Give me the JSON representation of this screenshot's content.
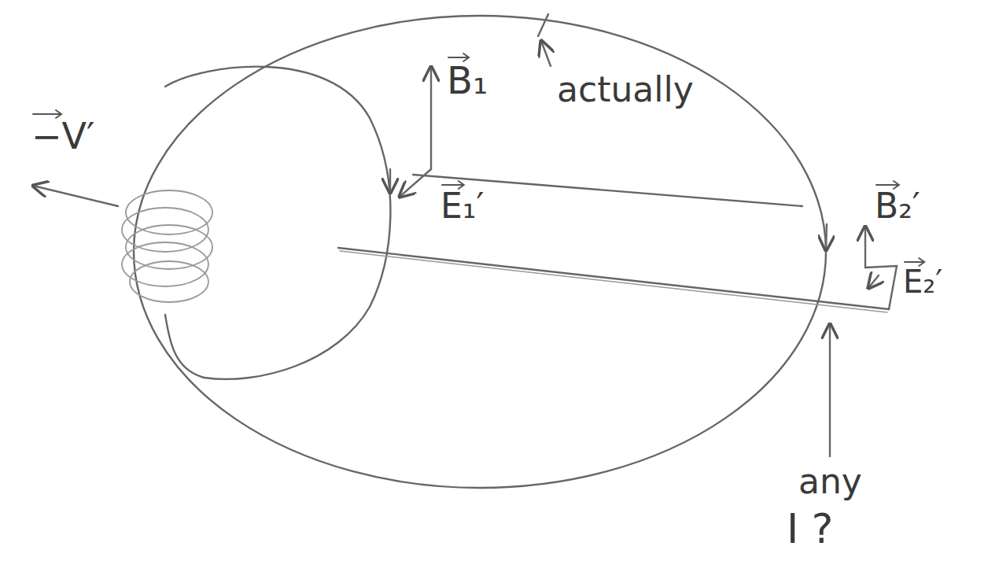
{
  "diagram": {
    "labels": [
      "−V′",
      "B₁",
      "actually",
      "E₁′",
      "B₂′",
      "E₂′",
      "any",
      "I ?"
    ]
  }
}
